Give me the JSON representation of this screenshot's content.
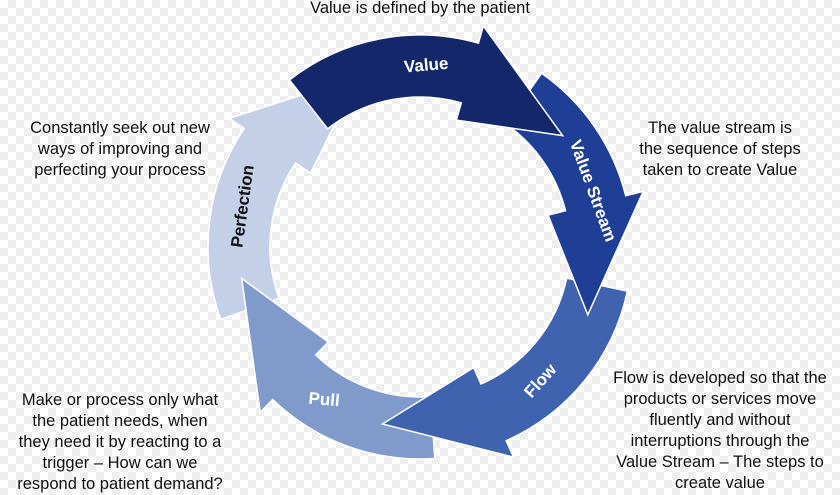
{
  "diagram": {
    "segments": [
      {
        "id": "value",
        "label": "Value",
        "color": "#14276b"
      },
      {
        "id": "value-stream",
        "label": "Value Stream",
        "color": "#1f3e95"
      },
      {
        "id": "flow",
        "label": "Flow",
        "color": "#3f63ae"
      },
      {
        "id": "pull",
        "label": "Pull",
        "color": "#7f9acb"
      },
      {
        "id": "perfection",
        "label": "Perfection",
        "color": "#c3d0e8"
      }
    ],
    "label_colors": {
      "light": "#ffffff",
      "dark": "#111111"
    }
  },
  "captions": {
    "top": [
      "Value is defined by the patient"
    ],
    "value_stream": [
      "The value stream is",
      "the sequence of steps",
      "taken to create Value"
    ],
    "perfection": [
      "Constantly seek out new",
      "ways of improving and",
      "perfecting your process"
    ],
    "pull": [
      "Make or process only what",
      "the patient needs, when",
      "they need it by reacting to a",
      "trigger – How can we",
      "respond to patient demand?"
    ],
    "flow": [
      "Flow is developed so that the",
      "products or services move",
      "fluently and without",
      "interruptions through the",
      "Value Stream – The steps to",
      "create value"
    ]
  }
}
